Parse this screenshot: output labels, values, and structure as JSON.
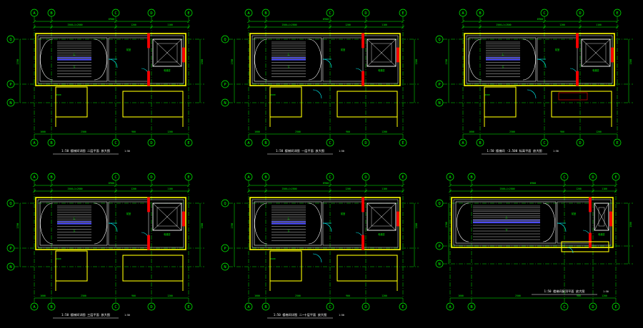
{
  "canvas": {
    "background": "#000000"
  },
  "colors": {
    "axis": "#00ff00",
    "dimension": "#00ff00",
    "wall": "#ffff00",
    "wall_inner": "#ffffff",
    "column": "#ff0000",
    "stair": "#4c4cff",
    "door": "#00ffff",
    "note": "#00ff00",
    "title": "#ffffff"
  },
  "axis_labels": {
    "top": [
      "A",
      "B",
      "C",
      "D",
      "E"
    ],
    "side": [
      "Q",
      "P",
      "N"
    ]
  },
  "plans": [
    {
      "id": "plan-1",
      "title": "1:50 楼梯间详图 二层平面 放大图",
      "scale_note": "1:50",
      "variant": "base"
    },
    {
      "id": "plan-2",
      "title": "1:50 楼梯间详图 一层平面 放大图",
      "scale_note": "1:50",
      "variant": "open"
    },
    {
      "id": "plan-3",
      "title": "1:50 楼梯间 -3.500 标高平面 放大图",
      "scale_note": "1:50",
      "variant": "wide"
    },
    {
      "id": "plan-4",
      "title": "1:50 楼梯间详图 三层平面 放大图",
      "scale_note": "1:50",
      "variant": "base"
    },
    {
      "id": "plan-5",
      "title": "1:50 楼梯间详图 二~十层平面 放大图",
      "scale_note": "1:50",
      "variant": "open"
    },
    {
      "id": "plan-6",
      "title": "1:50 楼梯间屋顶平面 放大图",
      "scale_note": "1:50",
      "variant": "roof"
    }
  ],
  "dimensions": {
    "overall": "6900",
    "stair_split": "2500+1×2800",
    "segment_a": "1200",
    "segment_b": "1100",
    "segment_c": "2500",
    "segment_d": "1600",
    "segment_e": "900",
    "height": "2700",
    "height_b": "1500",
    "room": "2900"
  },
  "labels": {
    "elevator": "电梯",
    "shaft": "井",
    "up": "上",
    "down": "下",
    "lobby": "前室"
  }
}
